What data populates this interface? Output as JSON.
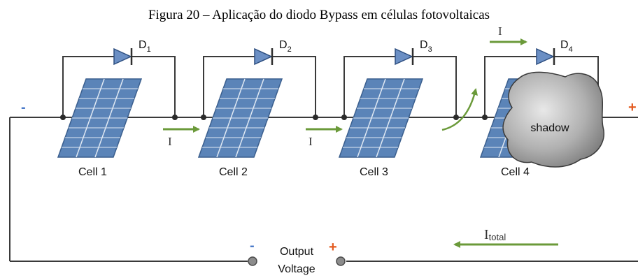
{
  "caption": "Figura 20 – Aplicação do diodo Bypass em células fotovoltaicas",
  "colors": {
    "wire": "#3a3a3a",
    "panel": "#5b84b8",
    "panel_line": "#dfe8f3",
    "arrow": "#6b9a3a",
    "sign": "#e35a1f",
    "diode_fill": "#6b8fc4",
    "shadow": "#a8a8a8"
  },
  "cells": [
    {
      "label": "Cell 1",
      "diode": "D",
      "diode_sub": "1"
    },
    {
      "label": "Cell 2",
      "diode": "D",
      "diode_sub": "2"
    },
    {
      "label": "Cell 3",
      "diode": "D",
      "diode_sub": "3"
    },
    {
      "label": "Cell 4",
      "diode": "D",
      "diode_sub": "4"
    }
  ],
  "current_label": "I",
  "total_current": {
    "main": "I",
    "sub": "total"
  },
  "shadow_label": "shadow",
  "output": {
    "line1": "Output",
    "line2": "Voltage",
    "minus": "-",
    "plus": "+"
  },
  "string_minus": "-",
  "string_plus": "+"
}
